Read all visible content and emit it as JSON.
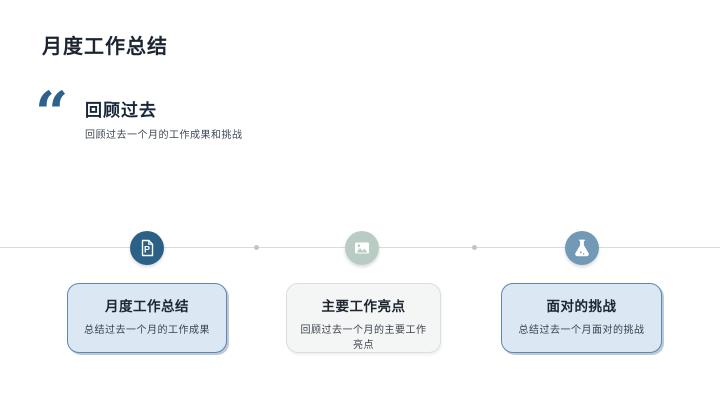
{
  "page": {
    "title": "月度工作总结"
  },
  "quote": {
    "mark": "“",
    "title": "回顾过去",
    "subtitle": "回顾过去一个月的工作成果和挑战"
  },
  "timeline": {
    "items": [
      {
        "icon": "document-p-icon",
        "title": "月度工作总结",
        "desc": "总结过去一个月的工作成果",
        "variant": "blue",
        "icon_color": "#2b6186"
      },
      {
        "icon": "image-icon",
        "title": "主要工作亮点",
        "desc": "回顾过去一个月的主要工作亮点",
        "variant": "plain",
        "icon_color": "#b8ccc3"
      },
      {
        "icon": "flask-icon",
        "title": "面对的挑战",
        "desc": "总结过去一个月面对的挑战",
        "variant": "blue",
        "icon_color": "#7299b6"
      }
    ]
  },
  "colors": {
    "accent_quote": "#2e618c",
    "title_text": "#1b2430",
    "card_blue_bg": "#dbe8f4",
    "card_blue_border": "#5d87b0",
    "card_plain_bg": "#f4f6f5",
    "card_plain_border": "#d9dfde",
    "timeline_line": "#dadada",
    "timeline_dot": "#c4c4c4"
  }
}
